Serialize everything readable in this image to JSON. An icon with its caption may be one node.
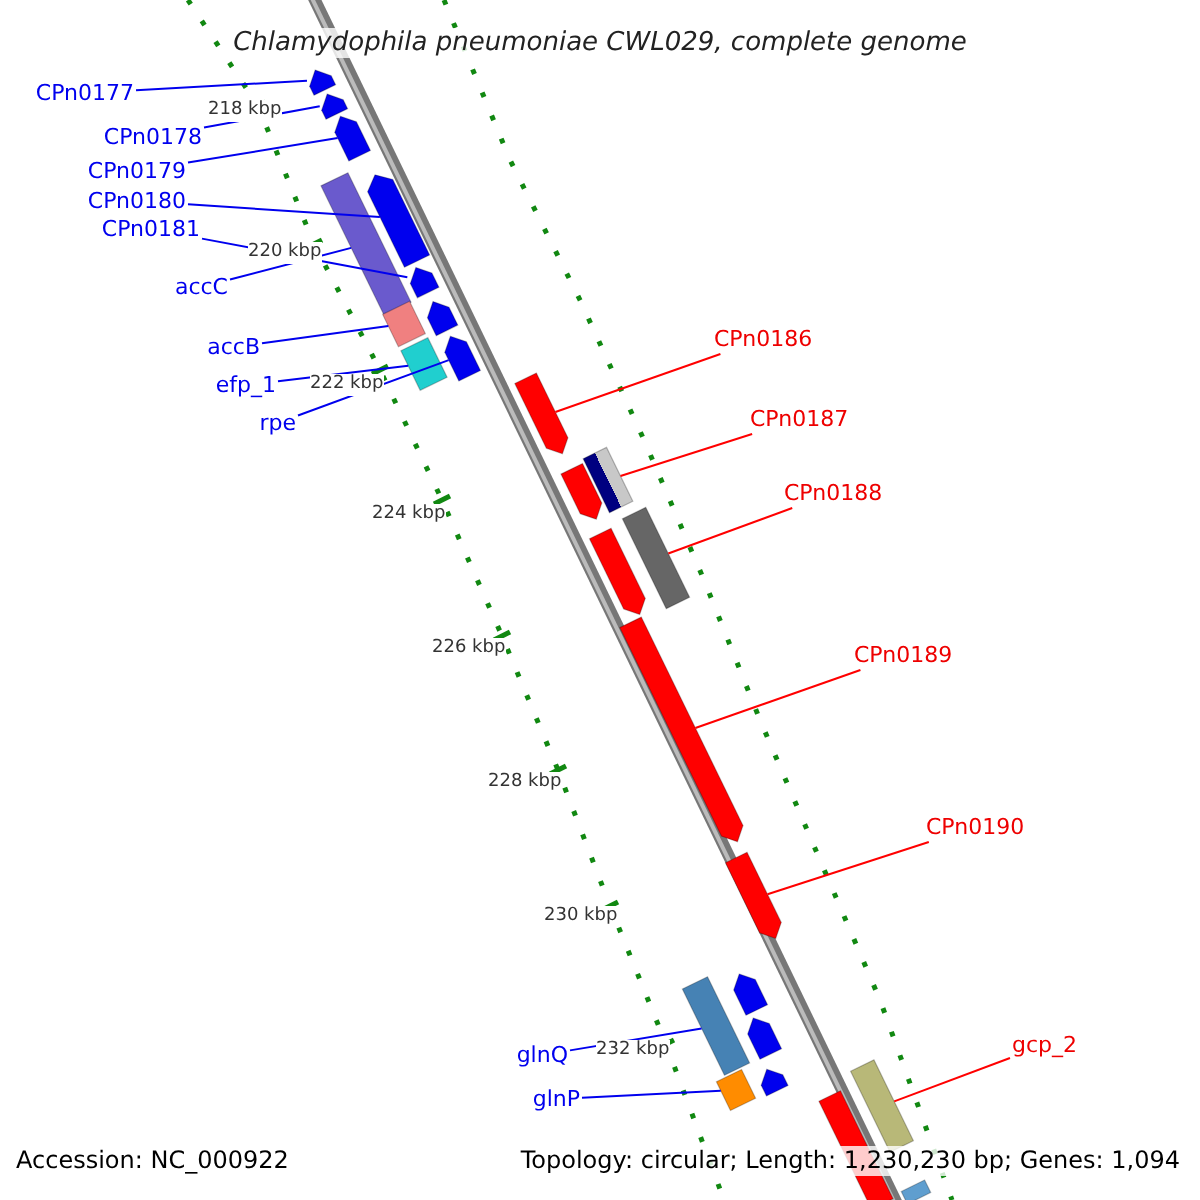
{
  "diagram": {
    "title": "Chlamydophila pneumoniae CWL029, complete genome",
    "nodes": [
      {
        "text": [
          "CPn0177"
        ]
      },
      {
        "text": [
          "CPn0178"
        ]
      },
      {
        "text": [
          "CPn0179"
        ]
      },
      {
        "text": [
          "CPn0180"
        ]
      },
      {
        "text": [
          "CPn0181"
        ]
      },
      {
        "text": [
          "accC"
        ]
      },
      {
        "text": [
          "accB"
        ]
      },
      {
        "text": [
          "efp_1"
        ]
      },
      {
        "text": [
          "rpe"
        ]
      },
      {
        "text": [
          "CPn0186"
        ]
      },
      {
        "text": [
          "CPn0187"
        ]
      },
      {
        "text": [
          "CPn0188"
        ]
      },
      {
        "text": [
          "CPn0189"
        ]
      },
      {
        "text": [
          "CPn0190"
        ]
      },
      {
        "text": [
          "glnQ"
        ]
      },
      {
        "text": [
          "glnP"
        ]
      },
      {
        "text": [
          "gcp_2"
        ]
      },
      {
        "text": [],
        "shape": "arrow"
      },
      {
        "text": [],
        "shape": "arrow"
      },
      {
        "text": [],
        "shape": "arrow"
      },
      {
        "text": [],
        "shape": "arrow"
      },
      {
        "text": [],
        "shape": "arrow"
      },
      {
        "text": [],
        "shape": "arrow"
      },
      {
        "text": [],
        "shape": "arrow"
      },
      {
        "text": [],
        "shape": "bar"
      },
      {
        "text": [],
        "shape": "bar"
      },
      {
        "text": [],
        "shape": "bar"
      },
      {
        "text": [],
        "shape": "arrow"
      },
      {
        "text": [],
        "shape": "arrow"
      },
      {
        "text": [],
        "shape": "bar"
      },
      {
        "text": [],
        "shape": "arrow"
      },
      {
        "text": [],
        "shape": "bar"
      },
      {
        "text": [],
        "shape": "arrow"
      },
      {
        "text": [],
        "shape": "arrow"
      },
      {
        "text": [],
        "shape": "bar"
      },
      {
        "text": [],
        "shape": "arrow"
      },
      {
        "text": [],
        "shape": "arrow"
      },
      {
        "text": [],
        "shape": "bar"
      },
      {
        "text": [],
        "shape": "arrow"
      },
      {
        "text": [],
        "shape": "bar"
      },
      {
        "text": [],
        "shape": "bar"
      },
      {
        "text": [],
        "shape": "bar"
      }
    ],
    "edges": [
      {
        "from": 0,
        "to": 17,
        "arrow": "none"
      },
      {
        "from": 1,
        "to": 18,
        "arrow": "none"
      },
      {
        "from": 2,
        "to": 19,
        "arrow": "none"
      },
      {
        "from": 3,
        "to": 20,
        "arrow": "none"
      },
      {
        "from": 4,
        "to": 21,
        "arrow": "none"
      },
      {
        "from": 5,
        "to": 24,
        "arrow": "none"
      },
      {
        "from": 6,
        "to": 25,
        "arrow": "none"
      },
      {
        "from": 7,
        "to": 26,
        "arrow": "none"
      },
      {
        "from": 8,
        "to": 23,
        "arrow": "none"
      },
      {
        "from": 9,
        "to": 27,
        "arrow": "none",
        "color": "#ff0000"
      },
      {
        "from": 10,
        "to": 29,
        "arrow": "none",
        "color": "#ff0000"
      },
      {
        "from": 11,
        "to": 31,
        "arrow": "none",
        "color": "#ff0000"
      },
      {
        "from": 12,
        "to": 32,
        "arrow": "none",
        "color": "#ff0000"
      },
      {
        "from": 13,
        "to": 33,
        "arrow": "none",
        "color": "#ff0000"
      },
      {
        "from": 14,
        "to": 34,
        "arrow": "none"
      },
      {
        "from": 15,
        "to": 37,
        "arrow": "none"
      },
      {
        "from": 16,
        "to": 40,
        "arrow": "none",
        "color": "#ff0000"
      }
    ],
    "labels": [
      "218 kbp",
      "220 kbp",
      "222 kbp",
      "224 kbp",
      "226 kbp",
      "228 kbp",
      "230 kbp",
      "232 kbp",
      "Accession: NC_000922",
      "Topology: circular; Length: 1,230,230 bp; Genes: 1,094"
    ]
  }
}
